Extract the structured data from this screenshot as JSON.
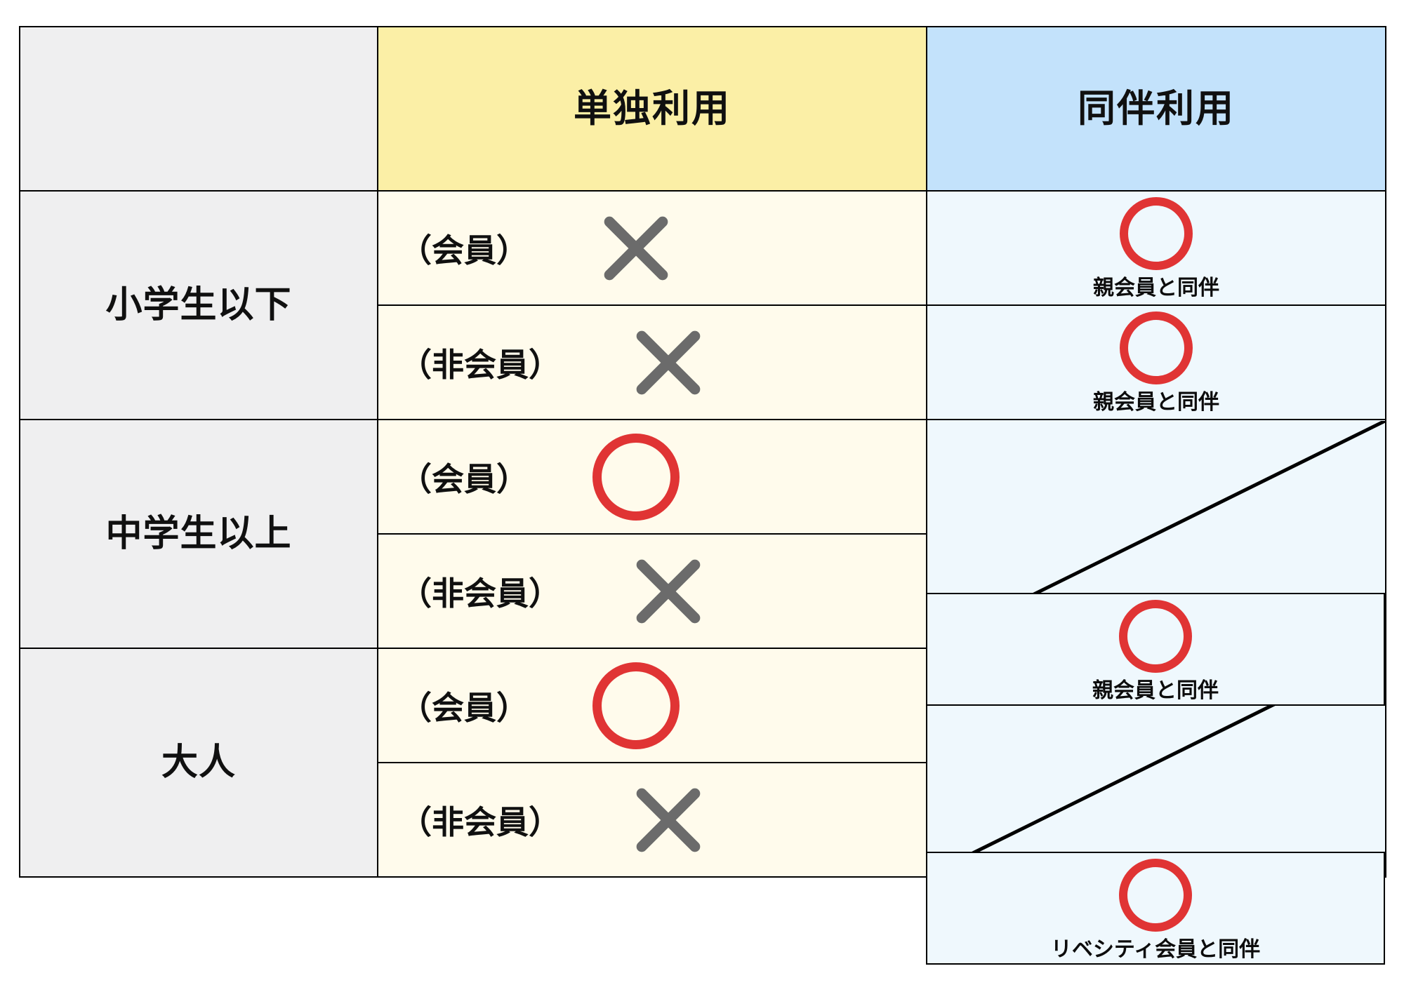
{
  "table": {
    "columns": [
      {
        "key": "category",
        "label": ""
      },
      {
        "key": "solo",
        "label": "単独利用",
        "header_color": "#FBEFA6",
        "body_color": "#FFFBEC"
      },
      {
        "key": "accompanied",
        "label": "同伴利用",
        "header_color": "#C3E2FB",
        "body_color": "#EFF8FD"
      }
    ],
    "marks": {
      "circle": "circle-ok-icon",
      "cross": "cross-ng-icon",
      "diagonal": "diagonal-strike-icon"
    },
    "mark_colors": {
      "circle": "#E03434",
      "cross": "#6B6B6B",
      "diagonal": "#000000",
      "border": "#000000",
      "label_bg": "#EFEFF0"
    },
    "groups": [
      {
        "label": "小学生以下",
        "rows": [
          {
            "member_tag": "（会員）",
            "solo_mark": "cross",
            "accompanied_mark": "circle",
            "accompanied_note": "親会員と同伴"
          },
          {
            "member_tag": "（非会員）",
            "solo_mark": "cross",
            "accompanied_mark": "circle",
            "accompanied_note": "親会員と同伴"
          }
        ]
      },
      {
        "label": "中学生以上",
        "rows": [
          {
            "member_tag": "（会員）",
            "solo_mark": "circle",
            "accompanied_mark": "diagonal",
            "accompanied_note": ""
          },
          {
            "member_tag": "（非会員）",
            "solo_mark": "cross",
            "accompanied_mark": "circle",
            "accompanied_note": "親会員と同伴"
          }
        ]
      },
      {
        "label": "大人",
        "rows": [
          {
            "member_tag": "（会員）",
            "solo_mark": "circle",
            "accompanied_mark": "diagonal",
            "accompanied_note": ""
          },
          {
            "member_tag": "（非会員）",
            "solo_mark": "cross",
            "accompanied_mark": "circle",
            "accompanied_note": "リベシティ会員と同伴"
          }
        ]
      }
    ]
  }
}
